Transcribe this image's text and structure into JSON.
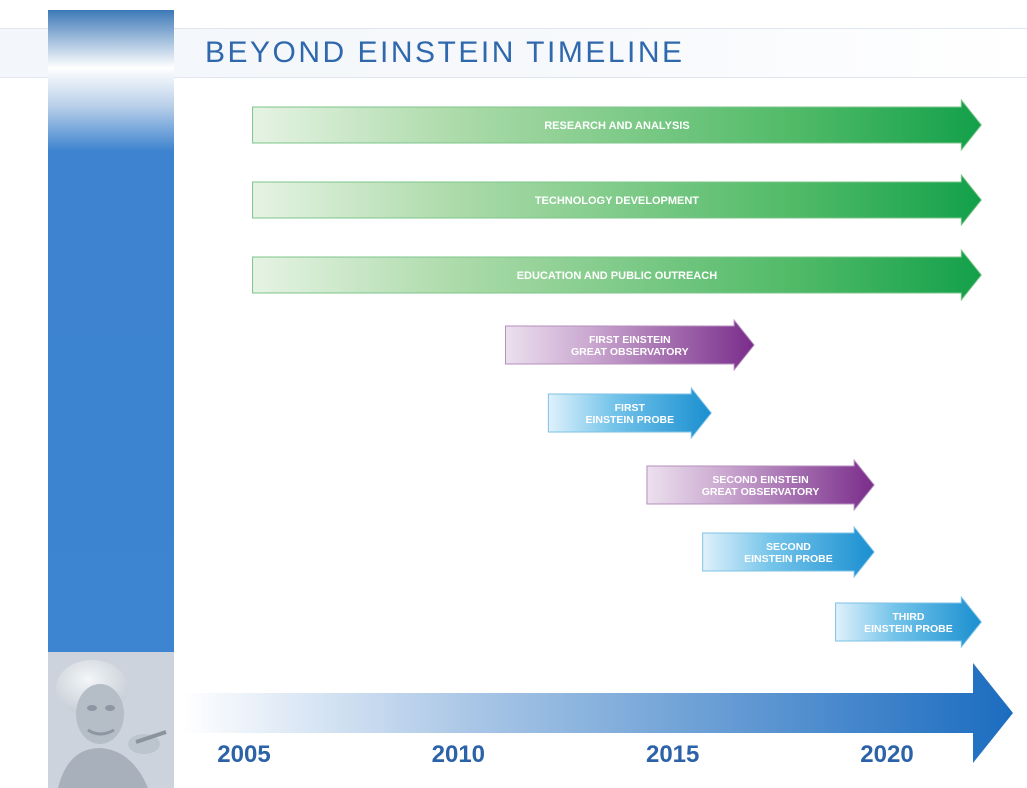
{
  "title": "BEYOND EINSTEIN TIMELINE",
  "axis": {
    "years": [
      "2005",
      "2010",
      "2015",
      "2020"
    ]
  },
  "colors": {
    "title": "#2f68ad",
    "band": "#3d84d1",
    "green": "#1aa24a",
    "purple": "#7b2f8c",
    "blue": "#1a8fd0",
    "axis": "#1b6cc0",
    "year": "#2c62a8"
  },
  "chart_data": {
    "type": "timeline",
    "x_unit": "year",
    "x_ticks": [
      2005,
      2010,
      2015,
      2020
    ],
    "bars": [
      {
        "label": [
          "RESEARCH AND ANALYSIS"
        ],
        "color": "green",
        "start": 2005.2,
        "end": 2022.2
      },
      {
        "label": [
          "TECHNOLOGY DEVELOPMENT"
        ],
        "color": "green",
        "start": 2005.2,
        "end": 2022.2
      },
      {
        "label": [
          "EDUCATION AND PUBLIC OUTREACH"
        ],
        "color": "green",
        "start": 2005.2,
        "end": 2022.2
      },
      {
        "label": [
          "FIRST EINSTEIN",
          "GREAT OBSERVATORY"
        ],
        "color": "purple",
        "start": 2011.1,
        "end": 2016.9
      },
      {
        "label": [
          "FIRST",
          "EINSTEIN PROBE"
        ],
        "color": "blue",
        "start": 2012.1,
        "end": 2015.9
      },
      {
        "label": [
          "SECOND EINSTEIN",
          "GREAT OBSERVATORY"
        ],
        "color": "purple",
        "start": 2014.4,
        "end": 2019.7
      },
      {
        "label": [
          "SECOND",
          "EINSTEIN PROBE"
        ],
        "color": "blue",
        "start": 2015.7,
        "end": 2019.7
      },
      {
        "label": [
          "THIRD",
          "EINSTEIN PROBE"
        ],
        "color": "blue",
        "start": 2018.8,
        "end": 2022.2
      }
    ]
  }
}
